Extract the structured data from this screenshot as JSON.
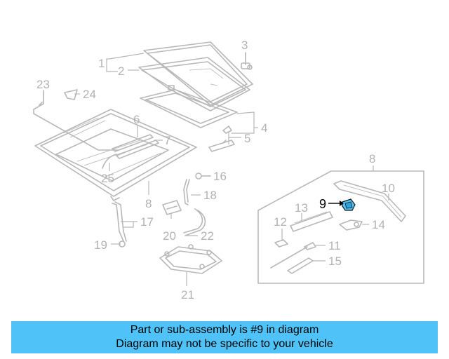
{
  "diagram": {
    "labels": {
      "l1": "1",
      "l2": "2",
      "l3": "3",
      "l4": "4",
      "l5": "5",
      "l6": "6",
      "l7": "7",
      "l8a": "8",
      "l8b": "8",
      "l9": "9",
      "l10": "10",
      "l11": "11",
      "l12": "12",
      "l13": "13",
      "l14": "14",
      "l15": "15",
      "l16": "16",
      "l17": "17",
      "l18": "18",
      "l19": "19",
      "l20": "20",
      "l21": "21",
      "l22": "22",
      "l23": "23",
      "l24": "24",
      "l25": "25"
    },
    "highlight_part": "9",
    "colors": {
      "highlight_fill": "#4fc3f7",
      "line": "#b8b8b8",
      "banner": "#4fc3f7"
    }
  },
  "banner": {
    "line1": "Part or sub-assembly is #9 in diagram",
    "line2": "Diagram may not be specific to your vehicle"
  }
}
